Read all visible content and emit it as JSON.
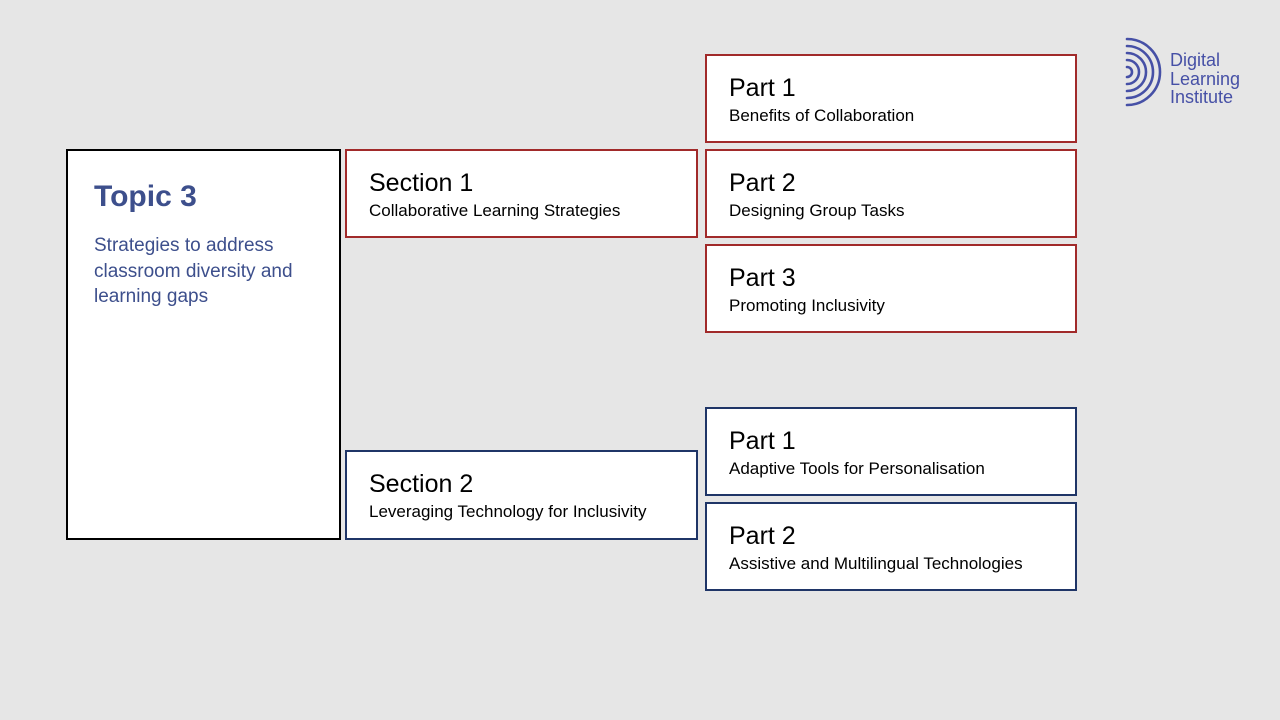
{
  "colors": {
    "background": "#e6e6e6",
    "topic_text": "#3d4f8c",
    "section1_border": "#a12a2a",
    "section2_border": "#1f3567",
    "logo": "#4650a6"
  },
  "topic": {
    "title": "Topic 3",
    "description": "Strategies to address classroom diversity and learning gaps"
  },
  "sections": [
    {
      "title": "Section 1",
      "subtitle": "Collaborative Learning Strategies",
      "parts": [
        {
          "title": "Part 1",
          "subtitle": "Benefits of Collaboration"
        },
        {
          "title": "Part 2",
          "subtitle": "Designing Group Tasks"
        },
        {
          "title": "Part 3",
          "subtitle": "Promoting Inclusivity"
        }
      ]
    },
    {
      "title": "Section 2",
      "subtitle": "Leveraging Technology for Inclusivity",
      "parts": [
        {
          "title": "Part 1",
          "subtitle": "Adaptive Tools for Personalisation"
        },
        {
          "title": "Part 2",
          "subtitle": "Assistive and Multilingual Technologies"
        }
      ]
    }
  ],
  "logo": {
    "line1": "Digital",
    "line2": "Learning",
    "line3": "Institute",
    "icon": "concentric-arcs-logo-icon"
  }
}
